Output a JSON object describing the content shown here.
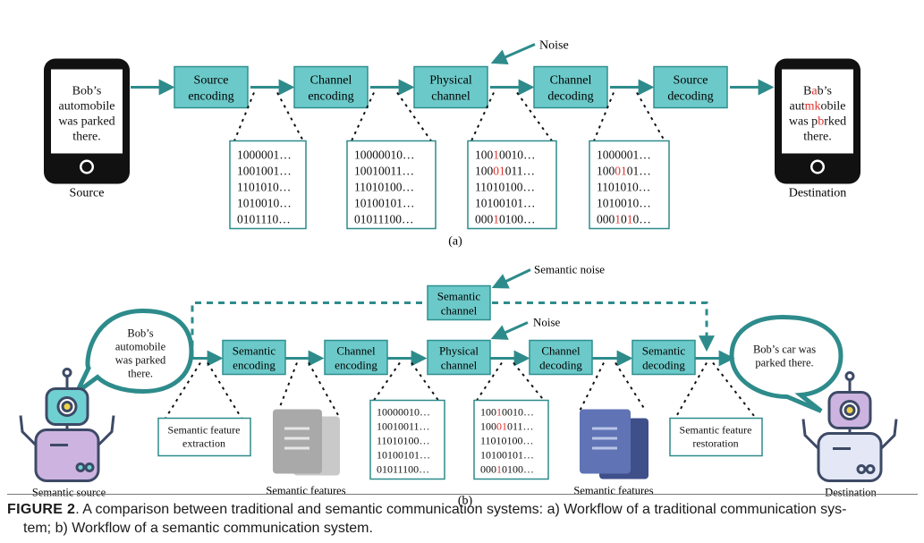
{
  "part_a": {
    "label": "(a)",
    "phone_left_lines": [
      "Bob’s",
      "automobile",
      "was parked",
      "there."
    ],
    "phone_left_caption": "Source",
    "phone_right_lines": [
      [
        {
          "t": "B"
        },
        {
          "t": "a",
          "red": true
        },
        {
          "t": "b’s"
        }
      ],
      [
        {
          "t": "aut"
        },
        {
          "t": "mk",
          "red": true
        },
        {
          "t": "obile"
        }
      ],
      [
        {
          "t": "was p"
        },
        {
          "t": "b",
          "red": true
        },
        {
          "t": "rked"
        }
      ],
      [
        {
          "t": "there."
        }
      ]
    ],
    "phone_right_caption": "Destination",
    "blocks": [
      {
        "l1": "Source",
        "l2": "encoding"
      },
      {
        "l1": "Channel",
        "l2": "encoding"
      },
      {
        "l1": "Physical",
        "l2": "channel"
      },
      {
        "l1": "Channel",
        "l2": "decoding"
      },
      {
        "l1": "Source",
        "l2": "decoding"
      }
    ],
    "noise_label": "Noise",
    "bit_boxes": [
      [
        [
          {
            "t": "1000001…"
          }
        ],
        [
          {
            "t": "1001001…"
          }
        ],
        [
          {
            "t": "1101010…"
          }
        ],
        [
          {
            "t": "1010010…"
          }
        ],
        [
          {
            "t": "0101110…"
          }
        ]
      ],
      [
        [
          {
            "t": "10000010…"
          }
        ],
        [
          {
            "t": "10010011…"
          }
        ],
        [
          {
            "t": "11010100…"
          }
        ],
        [
          {
            "t": "10100101…"
          }
        ],
        [
          {
            "t": "01011100…"
          }
        ]
      ],
      [
        [
          {
            "t": "100"
          },
          {
            "t": "1",
            "red": true
          },
          {
            "t": "0010…"
          }
        ],
        [
          {
            "t": "100"
          },
          {
            "t": "01",
            "red": true
          },
          {
            "t": "011…"
          }
        ],
        [
          {
            "t": "11010100…"
          }
        ],
        [
          {
            "t": "10100101…"
          }
        ],
        [
          {
            "t": "000"
          },
          {
            "t": "1",
            "red": true
          },
          {
            "t": "0100…"
          }
        ]
      ],
      [
        [
          {
            "t": "1000001…"
          }
        ],
        [
          {
            "t": "100"
          },
          {
            "t": "01",
            "red": true
          },
          {
            "t": "01…"
          }
        ],
        [
          {
            "t": "1101010…"
          }
        ],
        [
          {
            "t": "1010010…"
          }
        ],
        [
          {
            "t": "000"
          },
          {
            "t": "1",
            "red": true
          },
          {
            "t": "0"
          },
          {
            "t": "1",
            "red": true
          },
          {
            "t": "0…"
          }
        ]
      ]
    ]
  },
  "part_b": {
    "label": "(b)",
    "bubble_left_lines": [
      "Bob’s",
      "automobile",
      "was parked",
      "there."
    ],
    "bubble_right_lines": [
      "Bob’s car was",
      "parked there."
    ],
    "semantic_channel": {
      "l1": "Semantic",
      "l2": "channel"
    },
    "semantic_noise_label": "Semantic noise",
    "noise_label": "Noise",
    "blocks": [
      {
        "l1": "Semantic",
        "l2": "encoding"
      },
      {
        "l1": "Channel",
        "l2": "encoding"
      },
      {
        "l1": "Physical",
        "l2": "channel"
      },
      {
        "l1": "Channel",
        "l2": "decoding"
      },
      {
        "l1": "Semantic",
        "l2": "decoding"
      }
    ],
    "feature_extraction_lines": [
      "Semantic feature",
      "extraction"
    ],
    "feature_restoration_lines": [
      "Semantic feature",
      "restoration"
    ],
    "semantic_features_label_left": "Semantic features",
    "semantic_features_label_right": "Semantic features",
    "robot_left_caption": "Semantic source",
    "robot_right_caption": "Destination",
    "bit_boxes": [
      [
        [
          {
            "t": "10000010…"
          }
        ],
        [
          {
            "t": "10010011…"
          }
        ],
        [
          {
            "t": "11010100…"
          }
        ],
        [
          {
            "t": "10100101…"
          }
        ],
        [
          {
            "t": "01011100…"
          }
        ]
      ],
      [
        [
          {
            "t": "100"
          },
          {
            "t": "1",
            "red": true
          },
          {
            "t": "0010…"
          }
        ],
        [
          {
            "t": "100"
          },
          {
            "t": "01",
            "red": true
          },
          {
            "t": "011…"
          }
        ],
        [
          {
            "t": "11010100…"
          }
        ],
        [
          {
            "t": "10100101…"
          }
        ],
        [
          {
            "t": "000"
          },
          {
            "t": "1",
            "red": true
          },
          {
            "t": "0100…"
          }
        ]
      ]
    ]
  },
  "caption": {
    "figure_label": "FIGURE 2",
    "text": ". A comparison between traditional and semantic communication systems: a) Workflow of a traditional communication sys-",
    "text2": "tem; b) Workflow of a semantic communication system."
  },
  "colors": {
    "block_fill": "#6cc9c9",
    "block_stroke": "#2f8f8f",
    "arrow": "#2e8b8b",
    "red_bits": "#e0302a",
    "robot_left_body": "#cdb4e0",
    "robot_right_body": "#e4e8f6",
    "doc_gray": "#a9a9a9",
    "doc_blue": "#5f73b5"
  }
}
